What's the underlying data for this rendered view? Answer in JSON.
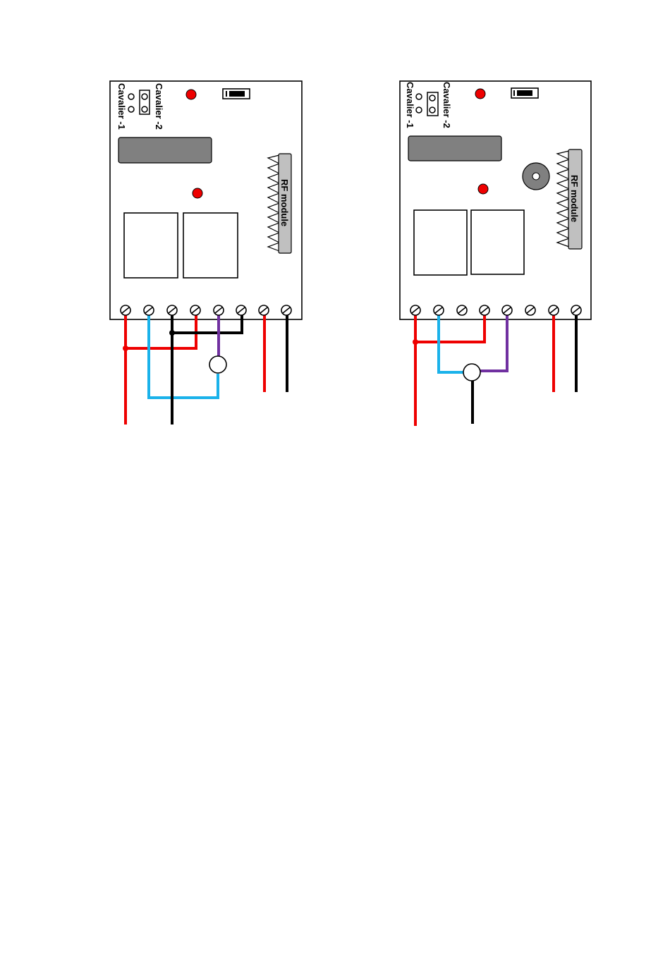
{
  "boards": [
    {
      "id": "left",
      "jumper_label_1": "Cavalier -1",
      "jumper_label_2": "Cavalier -2",
      "module_label": "RF module"
    },
    {
      "id": "right",
      "jumper_label_1": "Cavalier -1",
      "jumper_label_2": "Cavalier -2",
      "module_label": "RF module"
    }
  ],
  "colors": {
    "red": "#ee0000",
    "blue": "#1ab2ea",
    "black": "#000000",
    "purple": "#7030a0",
    "led": "#ee0000",
    "gray": "#808080",
    "module": "#c0c0c0"
  }
}
